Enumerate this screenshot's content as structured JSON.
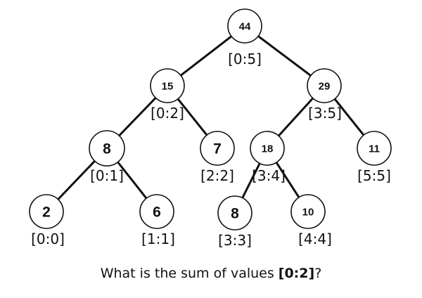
{
  "tree": {
    "nodes": [
      {
        "id": "n44",
        "value": "44",
        "range": "[0:5]"
      },
      {
        "id": "n15",
        "value": "15",
        "range": "[0:2]"
      },
      {
        "id": "n29",
        "value": "29",
        "range": "[3:5]"
      },
      {
        "id": "n8a",
        "value": "8",
        "range": "[0:1]"
      },
      {
        "id": "n7",
        "value": "7",
        "range": "[2:2]"
      },
      {
        "id": "n18",
        "value": "18",
        "range": "[3:4]"
      },
      {
        "id": "n11",
        "value": "11",
        "range": "[5:5]"
      },
      {
        "id": "n2",
        "value": "2",
        "range": "[0:0]"
      },
      {
        "id": "n6",
        "value": "6",
        "range": "[1:1]"
      },
      {
        "id": "n8b",
        "value": "8",
        "range": "[3:3]"
      },
      {
        "id": "n10",
        "value": "10",
        "range": "[4:4]"
      }
    ],
    "edges": [
      [
        "n44",
        "n15"
      ],
      [
        "n44",
        "n29"
      ],
      [
        "n15",
        "n8a"
      ],
      [
        "n15",
        "n7"
      ],
      [
        "n29",
        "n18"
      ],
      [
        "n29",
        "n11"
      ],
      [
        "n8a",
        "n2"
      ],
      [
        "n8a",
        "n6"
      ],
      [
        "n18",
        "n8b"
      ],
      [
        "n18",
        "n10"
      ]
    ]
  },
  "question": {
    "prefix": "What is the sum of values ",
    "range": "[0:2]",
    "suffix": "?"
  }
}
